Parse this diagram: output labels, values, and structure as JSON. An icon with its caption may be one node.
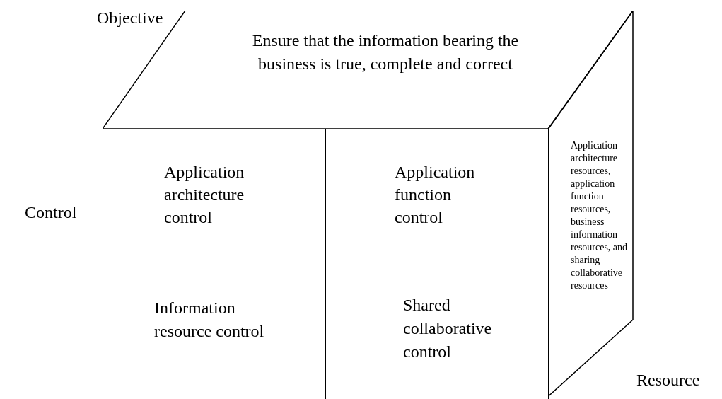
{
  "diagram": {
    "nodes": [
      {
        "text": [
          "Ensure that the information bearing the business is true, complete and correct"
        ]
      },
      {
        "text": [
          "Application architecture control"
        ]
      },
      {
        "text": [
          "Application function control"
        ]
      },
      {
        "text": [
          "Information resource control"
        ]
      },
      {
        "text": [
          "Shared collaborative control"
        ]
      },
      {
        "text": [
          "Application architecture resources, application function resources, business information resources, and sharing collaborative resources"
        ]
      }
    ],
    "edges": [],
    "labels": [
      "Objective",
      "Control",
      "Resource"
    ]
  }
}
